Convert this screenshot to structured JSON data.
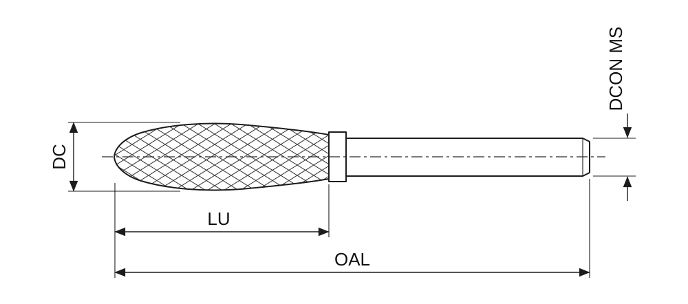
{
  "drawing": {
    "labels": {
      "dc": "DC",
      "lu": "LU",
      "oal": "OAL",
      "dcon_ms": "DCON MS"
    },
    "colors": {
      "line": "#1c1c1c",
      "hatch": "#3c3c3c",
      "background": "#ffffff"
    }
  }
}
